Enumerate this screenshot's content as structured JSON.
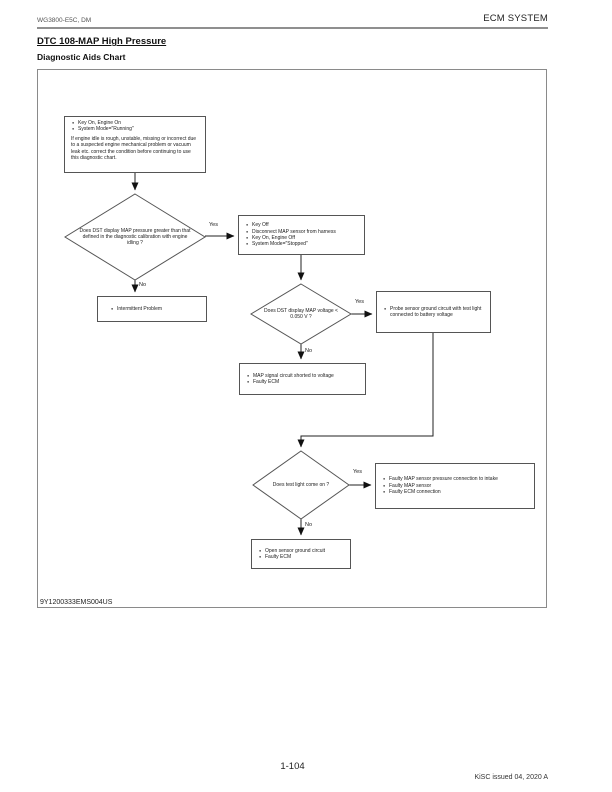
{
  "header": {
    "doc_code": "WG3800-E5C, DM",
    "section": "ECM SYSTEM"
  },
  "titles": {
    "dtc": "DTC 108-MAP High Pressure",
    "chart": "Diagnostic Aids Chart"
  },
  "flowchart": {
    "figure_id": "9Y1200333EMS004US",
    "labels": {
      "yes": "Yes",
      "no": "No"
    },
    "start": {
      "bullets": [
        "Key On, Engine On",
        "System Mode=\"Running\""
      ],
      "note": "If engine idle is rough, unstable, missing or incorrect due to a suspected engine mechanical problem or vacuum leak etc. correct the condition before continuing to use this diagnostic chart."
    },
    "decision1": "Does DST display MAP pressure greater than that defined in the diagnostic calibration with engine idling ?",
    "box_key_off": {
      "bullets": [
        "Key Off",
        "Disconnect MAP sensor from harness",
        "Key On, Engine Off",
        "System Mode=\"Stopped\""
      ]
    },
    "box_intermittent": {
      "bullets": [
        "Intermittent Problem"
      ]
    },
    "decision2": "Does DST display MAP voltage < 0.050 V ?",
    "box_probe": {
      "bullets": [
        "Probe sensor ground circuit with test light connected to battery voltage"
      ]
    },
    "box_shorted": {
      "bullets": [
        "MAP signal circuit shorted to voltage",
        "Faulty ECM"
      ]
    },
    "decision3": "Does test light come on ?",
    "box_faulty_map": {
      "bullets": [
        "Faulty MAP sensor pressure connection to intake",
        "Faulty MAP sensor",
        "Faulty ECM connection"
      ]
    },
    "box_open_ground": {
      "bullets": [
        "Open sensor ground circuit",
        "Faulty ECM"
      ]
    }
  },
  "footer": {
    "page_number": "1-104",
    "issue": "KiSC issued 04, 2020 A"
  }
}
